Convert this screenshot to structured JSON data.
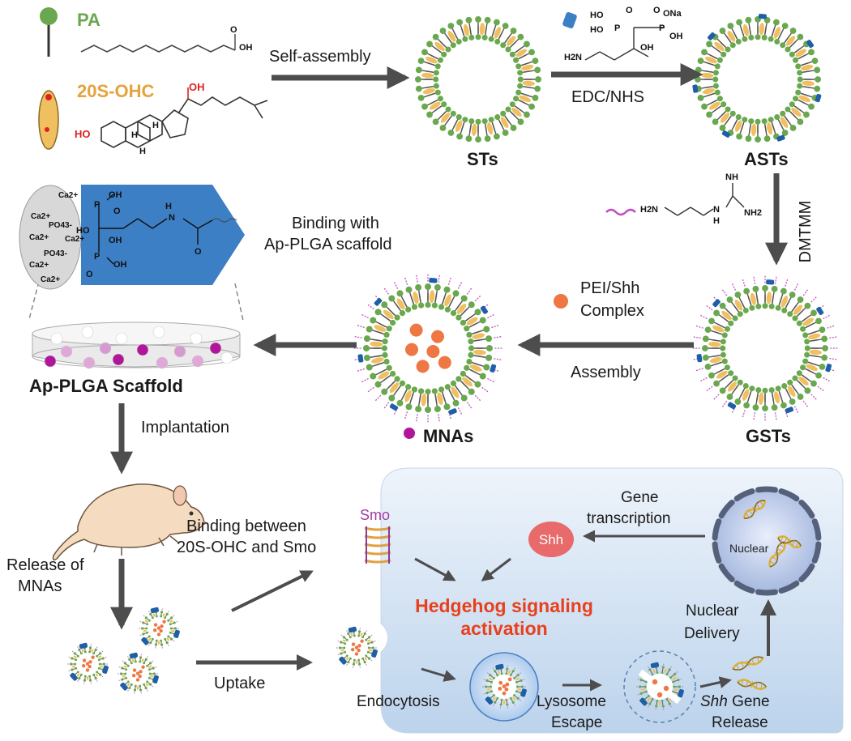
{
  "reactants": {
    "pa": "PA",
    "ohc": "20S-OHC",
    "ohc_oh": "OH",
    "ohc_ho": "HO",
    "ohc_h1": "H",
    "ohc_h2": "H",
    "ohc_h3": "H",
    "pa_o": "O",
    "pa_oh": "OH"
  },
  "steps": {
    "self_assembly": "Self-assembly",
    "edc": "EDC/NHS",
    "dmtmm": "DMTMM",
    "pei_line1": "PEI/Shh",
    "pei_line2": "Complex",
    "assembly": "Assembly",
    "binding_line1": "Binding with",
    "binding_line2": "Ap-PLGA scaffold",
    "implantation": "Implantation",
    "release_line1": "Release of",
    "release_line2": "MNAs",
    "uptake": "Uptake",
    "smo_binding_line1": "Binding between",
    "smo_binding_line2": "20S-OHC and Smo"
  },
  "particles": {
    "sts": "STs",
    "asts": "ASTs",
    "gsts": "GSTs",
    "mnas": "MNAs",
    "scaffold": "Ap-PLGA Scaffold"
  },
  "alendronate": {
    "ho1": "HO",
    "ho2": "HO",
    "p1": "P",
    "p2": "P",
    "o1": "O",
    "o2": "O",
    "ona": "ONa",
    "oh1": "OH",
    "oh2": "OH",
    "h2n": "H2N"
  },
  "agmatine": {
    "nh": "NH",
    "h2n": "H2N",
    "nh2": "NH2",
    "n": "N",
    "h": "H"
  },
  "zoom": {
    "ca1": "Ca2+",
    "ca2": "Ca2+",
    "po4a": "PO43-",
    "ca3": "Ca2+",
    "ca4": "Ca2+",
    "po4b": "PO43-",
    "ca5": "Ca2+",
    "ca6": "Ca2+",
    "oh1": "OH",
    "oh2": "OH",
    "oh3": "OH",
    "ho": "HO",
    "p1": "P",
    "p2": "P",
    "o1": "O",
    "o2": "O",
    "o3": "O",
    "n": "N",
    "h": "H"
  },
  "cell": {
    "smo": "Smo",
    "shh": "Shh",
    "nuclear": "Nuclear",
    "gene_line1": "Gene",
    "gene_line2": "transcription",
    "hedgehog_line1": "Hedgehog signaling",
    "hedgehog_line2": "activation",
    "nuclear_delivery_line1": "Nuclear",
    "nuclear_delivery_line2": "Delivery",
    "endocytosis": "Endocytosis",
    "lysosome_line1": "Lysosome",
    "lysosome_line2": "Escape",
    "shh_gene_italic": "Shh",
    "shh_gene_rest": " Gene",
    "gene_release": "Release"
  },
  "colors": {
    "pa_green": "#6aa84f",
    "ohc_orange": "#e6a23c",
    "headgroup": "#6aa84f",
    "tail": "#555555",
    "cholesterol": "#f0c060",
    "alendronate_blue": "#1f5fa8",
    "guanidine_purple": "#c050c0",
    "complex_orange": "#ee7744",
    "arrow_gray": "#555555",
    "hedgehog_red": "#e8401c",
    "zoom_blue": "#3d7fc4",
    "shh_red": "#e86a6a",
    "cell_bg": "#d7e6f5"
  }
}
